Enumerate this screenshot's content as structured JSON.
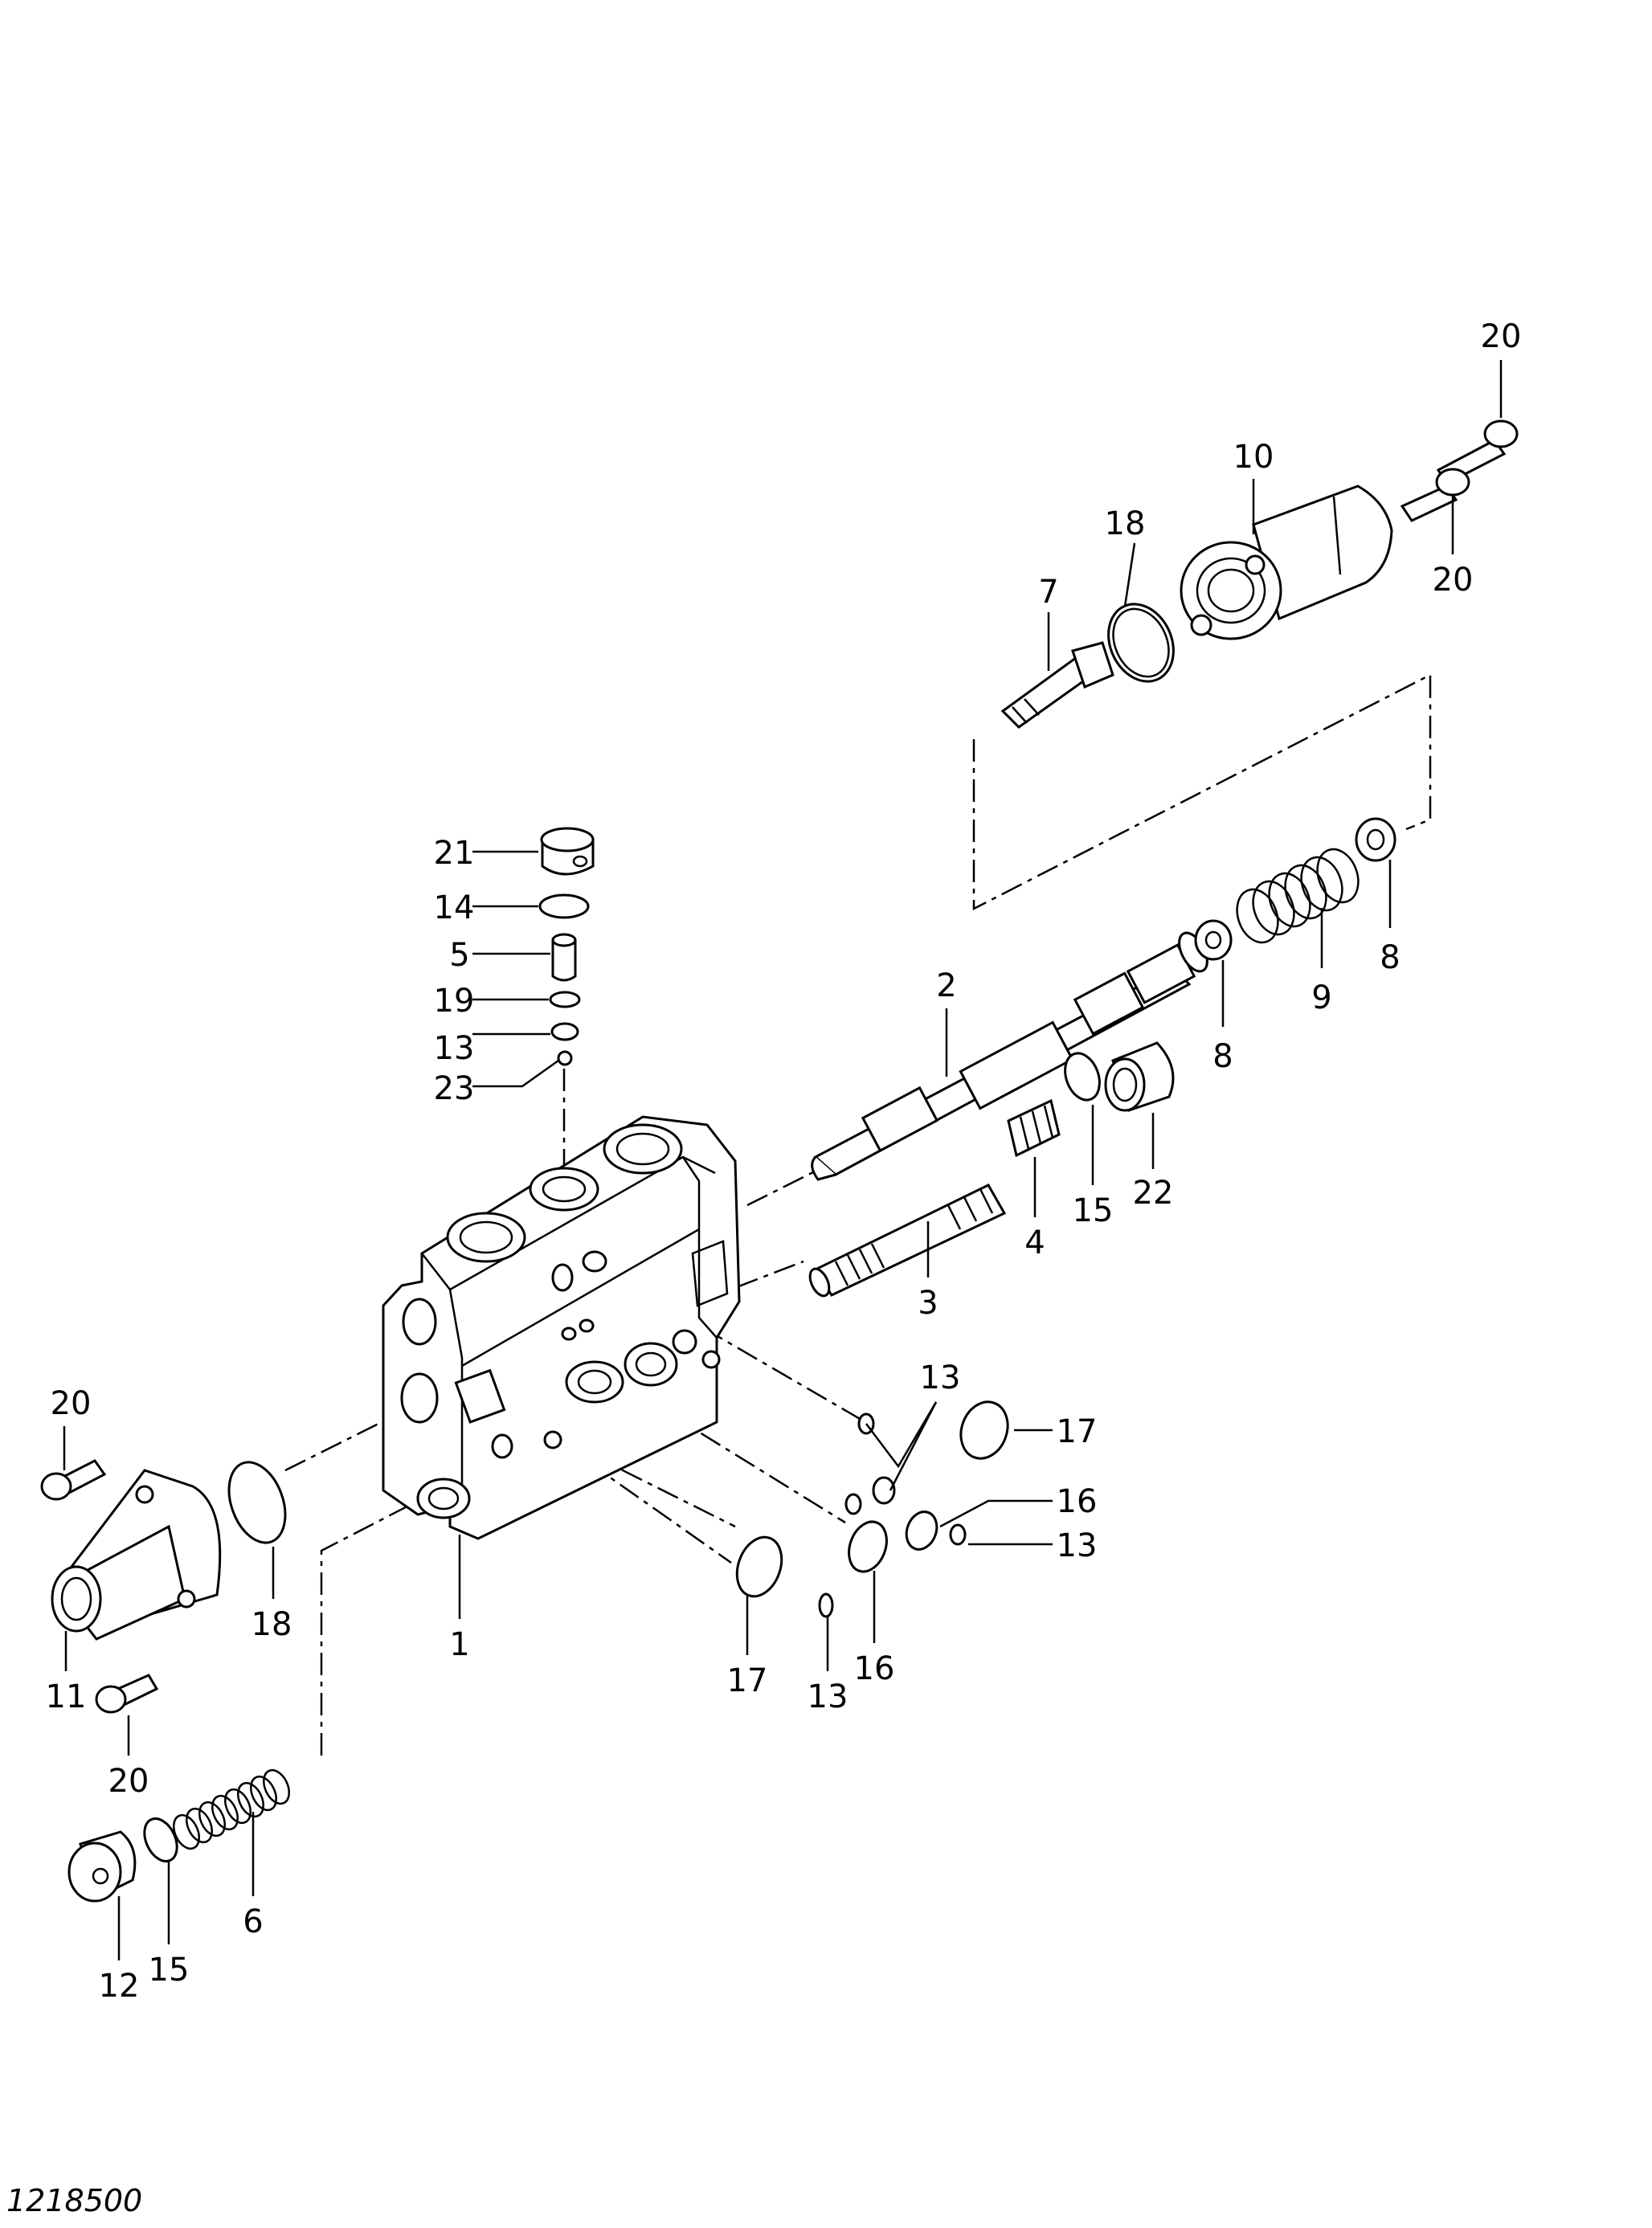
{
  "drawing_id": "1218500",
  "callouts": [
    "20",
    "10",
    "18",
    "20",
    "7",
    "21",
    "14",
    "5",
    "19",
    "13",
    "23",
    "2",
    "8",
    "9",
    "8",
    "22",
    "15",
    "4",
    "3",
    "13",
    "17",
    "16",
    "13",
    "20",
    "18",
    "1",
    "17",
    "16",
    "13",
    "11",
    "20",
    "6",
    "15",
    "12"
  ]
}
